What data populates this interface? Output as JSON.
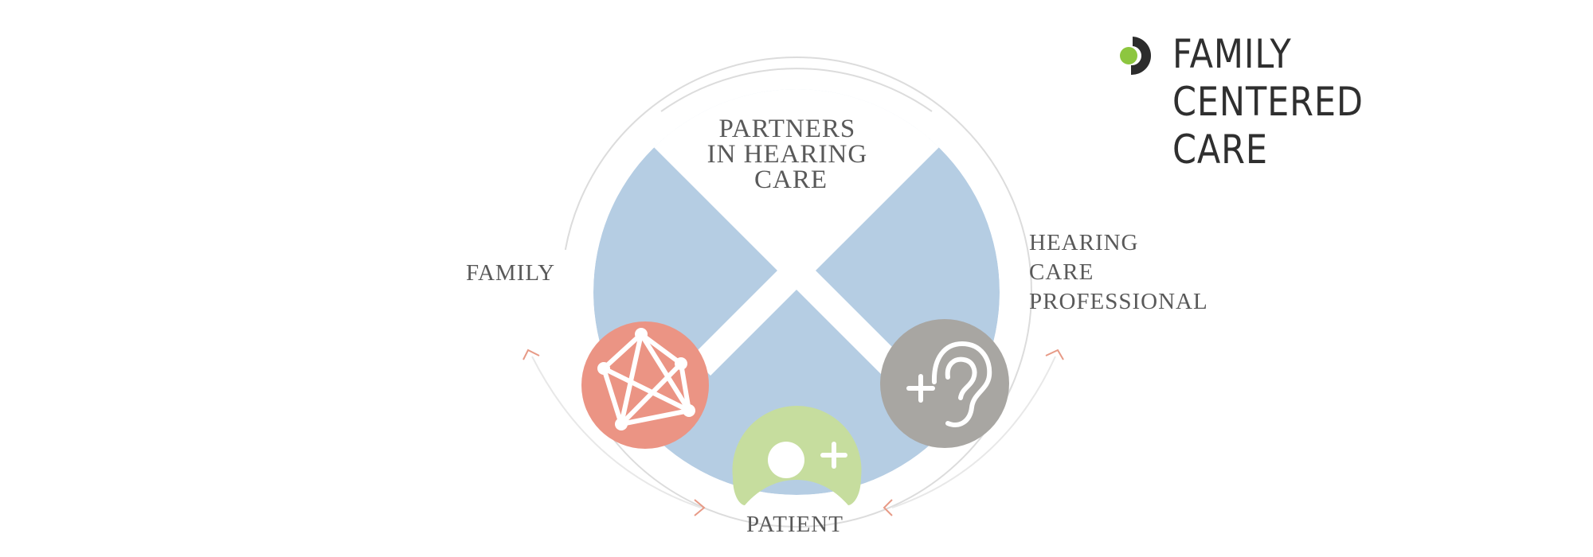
{
  "diagram": {
    "center_label": [
      "PARTNERS",
      "IN HEARING",
      "CARE"
    ],
    "nodes": {
      "family": {
        "label": "FAMILY",
        "icon": "network-icon",
        "color": "#EB9484"
      },
      "professional": {
        "label": [
          "HEARING",
          "CARE",
          "PROFESSIONAL"
        ],
        "icon": "ear-plus-icon",
        "color": "#A8A6A2"
      },
      "patient": {
        "label": "PATIENT",
        "icon": "person-plus-icon",
        "color": "#C6DD9E"
      }
    },
    "colors": {
      "quadrant": "#B5CDE3",
      "arrow": "#E79A86",
      "ring": "#D9D9D9"
    }
  },
  "brand": {
    "lines": [
      "FAMILY",
      "CENTERED",
      "CARE"
    ],
    "logo_colors": {
      "dark": "#2C2C2C",
      "dot": "#8DC63F"
    }
  }
}
